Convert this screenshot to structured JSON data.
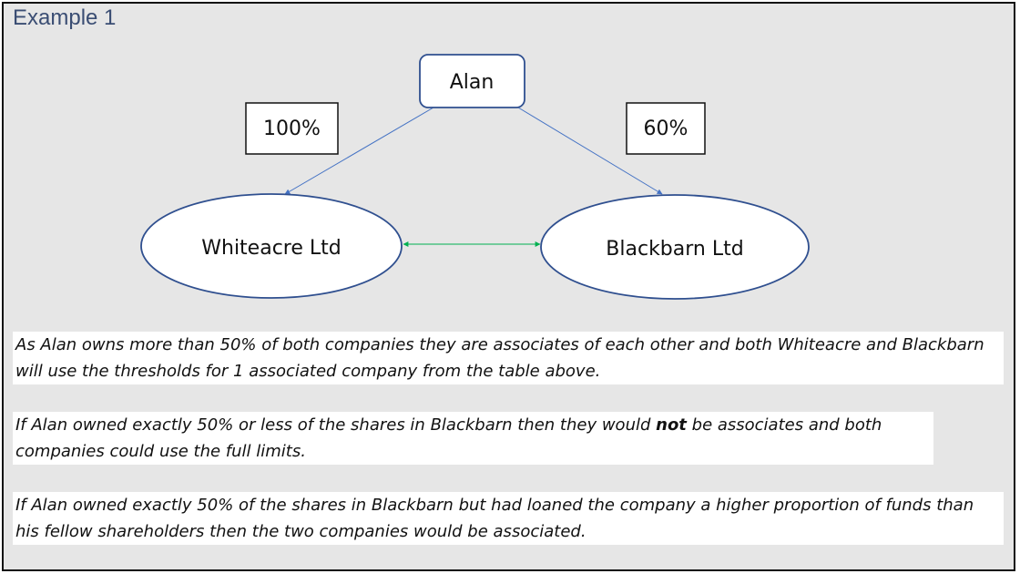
{
  "title": "Example 1",
  "nodes": {
    "alan": "Alan",
    "whiteacre": "Whiteacre Ltd",
    "blackbarn": "Blackbarn Ltd"
  },
  "ownership": {
    "whiteacre_pct": "100%",
    "blackbarn_pct": "60%"
  },
  "paragraphs": {
    "p1": "As Alan owns more than 50% of both companies they are associates of each other and both Whiteacre and Blackbarn will use the thresholds for 1 associated company from the table above.",
    "p2_before": "If Alan owned exactly 50% or less of the shares in Blackbarn then they would ",
    "p2_bold": "not",
    "p2_after": " be associates and both companies could use the full limits.",
    "p3": "If Alan owned exactly 50% of the shares in Blackbarn but had loaned the company a higher proportion of funds than his fellow shareholders then the two companies would be associated."
  },
  "colors": {
    "background": "#e6e6e6",
    "node_border": "#2f4f8f",
    "owner_arrow": "#4472c4",
    "associate_arrow": "#00b050",
    "title": "#3a4d73"
  }
}
